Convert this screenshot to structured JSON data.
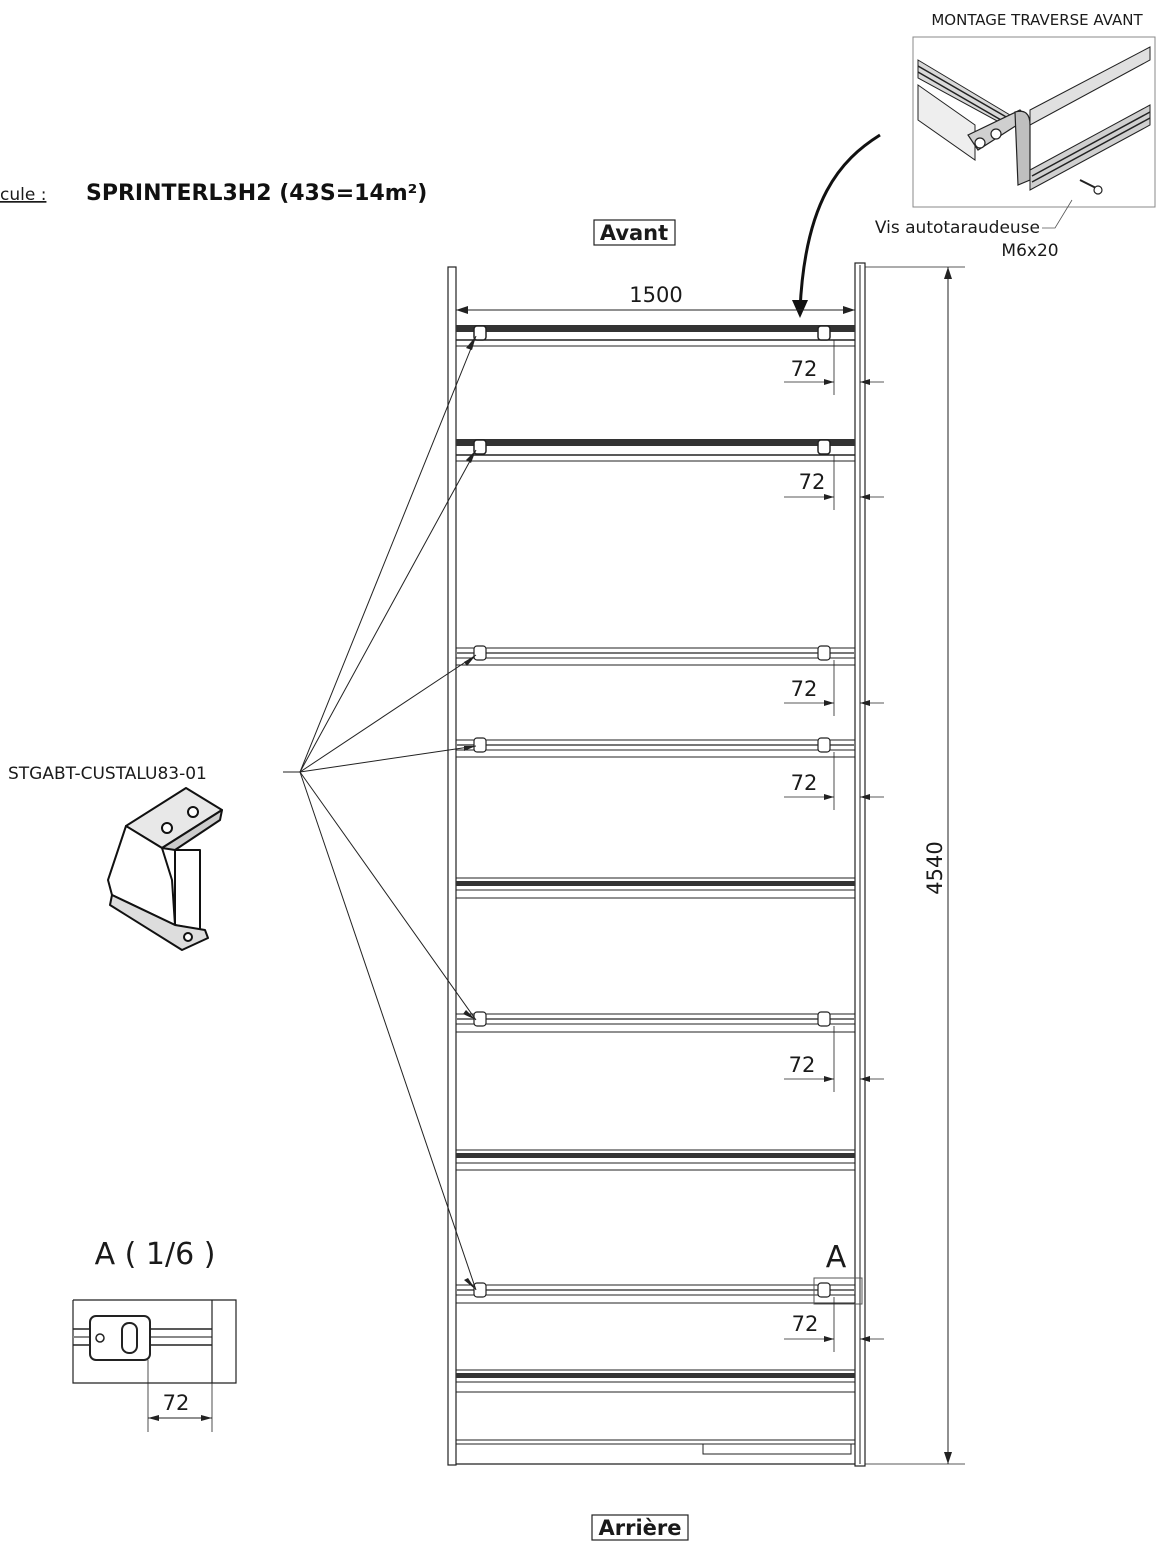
{
  "header": {
    "label_prefix": "cule :",
    "vehicle": "SPRINTERL3H2 (43S=14m²)"
  },
  "labels": {
    "front": "Avant",
    "rear": "Arrière",
    "part_ref": "STGABT-CUSTALU83-01",
    "detail_title": "A ( 1/6 )",
    "detail_marker": "A"
  },
  "inset": {
    "title": "MONTAGE TRAVERSE AVANT",
    "screw_line1": "Vis autotaraudeuse",
    "screw_line2": "M6x20"
  },
  "dimensions": {
    "width": "1500",
    "length": "4540",
    "offsets": [
      "72",
      "72",
      "72",
      "72",
      "72",
      "72"
    ],
    "detail_offset": "72"
  }
}
